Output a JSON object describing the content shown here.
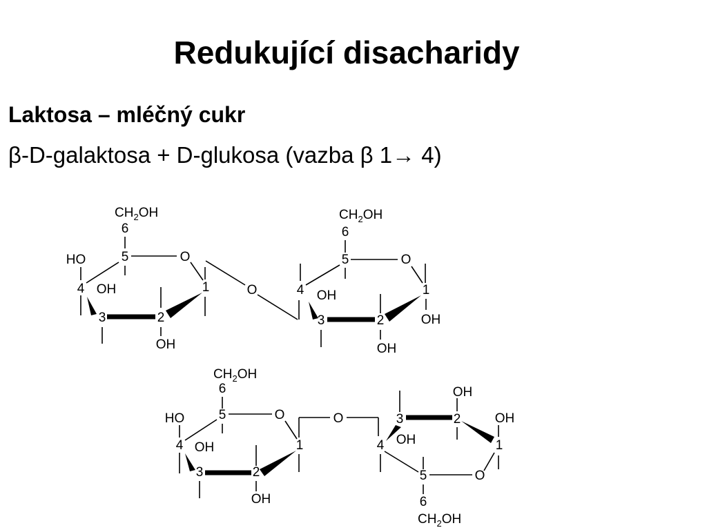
{
  "slide": {
    "title": "Redukující disacharidy",
    "subtitle": "Laktosa – mléčný cukr",
    "formula": {
      "beta_1": "β",
      "part_1": "-D-galaktosa + D-glukosa (vazba ",
      "beta_2": "β",
      "part_2": " 1",
      "arrow": "→",
      "part_3": " 4)"
    }
  },
  "diagram": {
    "labels": {
      "ch2": "CH",
      "sub2": "2",
      "oh_tail": "OH",
      "oh": "OH",
      "ho": "HO",
      "o": "O",
      "c1": "1",
      "c2": "2",
      "c3": "3",
      "c4": "4",
      "c5": "5",
      "c6": "6"
    }
  }
}
